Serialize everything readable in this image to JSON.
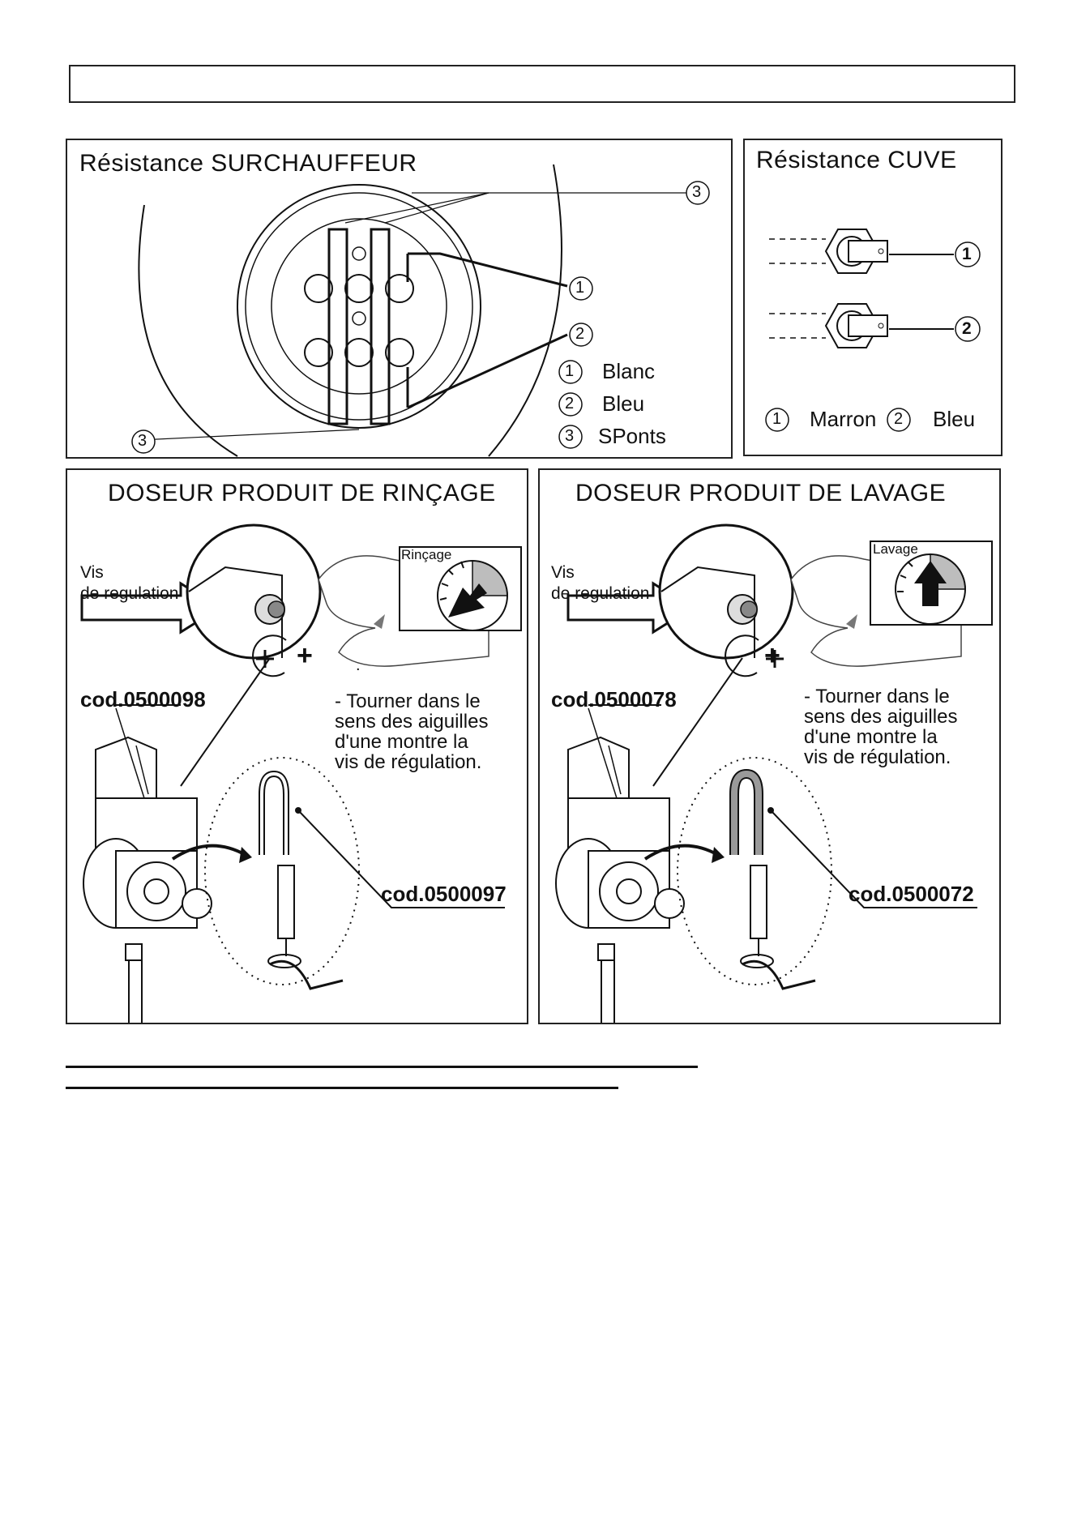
{
  "surchauffeur": {
    "title": "Résistance  SURCHAUFFEUR",
    "callouts": [
      "1",
      "2",
      "3",
      "3"
    ],
    "legend": [
      {
        "num": "1",
        "label": "Blanc"
      },
      {
        "num": "2",
        "label": "Bleu"
      },
      {
        "num": "3",
        "label": "SPonts"
      }
    ]
  },
  "cuve": {
    "title": "Résistance  CUVE",
    "callouts": [
      "1",
      "2"
    ],
    "legend": [
      {
        "num": "1",
        "label": "Marron"
      },
      {
        "num": "2",
        "label": "Bleu"
      }
    ]
  },
  "rincage": {
    "title": "DOSEUR  PRODUIT  DE  RINÇAGE",
    "screw_label_1": "Vis",
    "screw_label_2": "de regulation",
    "dial_label": "Rinçage",
    "plus": "+",
    "dot": ".",
    "code_pump": "cod.0500098",
    "code_tube": "cod.0500097",
    "instruction": [
      "- Tourner  dans  le",
      "sens  des  aiguilles",
      "d'une  montre  la",
      "vis  de  régulation."
    ]
  },
  "lavage": {
    "title": "DOSEUR  PRODUIT  DE  LAVAGE",
    "screw_label_1": "Vis",
    "screw_label_2": "de regulation",
    "dial_label": "Lavage",
    "plus": "+",
    "code_pump": "cod.0500078",
    "code_tube": "cod.0500072",
    "instruction": [
      "- Tourner  dans  le",
      "sens  des  aiguilles",
      "d'une  montre  la",
      "vis  de  régulation."
    ]
  },
  "colors": {
    "line": "#111111",
    "dial_fill": "#bdbdbd",
    "tube_fill": "#9a9a9a"
  }
}
